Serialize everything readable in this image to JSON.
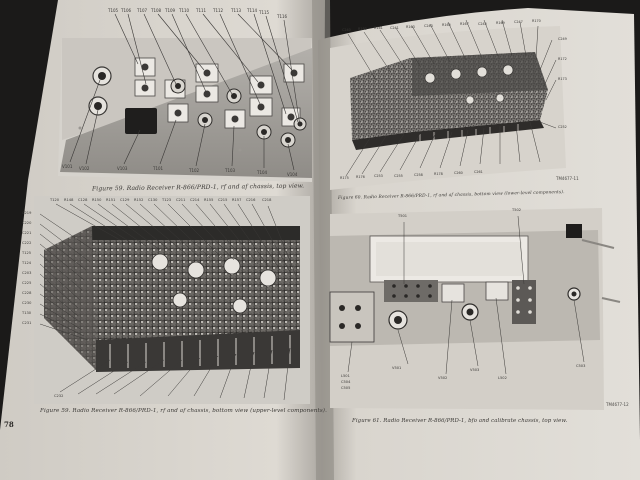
{
  "book": {
    "page_number": "78",
    "left_page": {
      "figure_top_caption": "Figure 59.   Radio Receiver R-866/PRD-1, rf and af chassis, top view.",
      "figure_bottom_caption": "Figure 59.   Radio Receiver R-866/PRD-1, rf and af chassis, bottom view (upper-level components).",
      "top_callouts": [
        "T105",
        "T106",
        "T107",
        "T108",
        "T109",
        "T110",
        "T111",
        "T112",
        "T113",
        "T114",
        "T115",
        "T116",
        "V101",
        "V102",
        "V103",
        "T101",
        "T102",
        "T103",
        "T104",
        "V104"
      ],
      "bottom_callouts": [
        "T120",
        "R148",
        "C128",
        "R150",
        "R151",
        "C129",
        "R152",
        "C130",
        "T123",
        "C211",
        "C214",
        "R155",
        "C215",
        "R157",
        "C216",
        "C218",
        "C219",
        "C220",
        "C221",
        "C222",
        "T125",
        "T124",
        "C203",
        "C225",
        "C228",
        "C230",
        "T130",
        "C231",
        "C232"
      ]
    },
    "right_page": {
      "figure_top_caption": "Figure 60.   Radio Receiver R-866/PRD-1, rf and af chassis, bottom view (lower-level components).",
      "figure_bottom_caption": "Figure 61.   Radio Receiver R-866/PRD-1, bfo and calibrate chassis, top view.",
      "trademark_top": "TM4677-11",
      "trademark_bottom": "TM4677-12",
      "top_callouts": [
        "C240",
        "R160",
        "R161",
        "C241",
        "R163",
        "C243",
        "R165",
        "R167",
        "C245",
        "R169",
        "C247",
        "R170",
        "C249",
        "R172",
        "R173",
        "C252",
        "R175",
        "R176",
        "C253",
        "C255",
        "C258",
        "R178",
        "C260",
        "C261"
      ],
      "bottom_callouts": [
        "T501",
        "T502",
        "V501",
        "V502",
        "L501",
        "V503",
        "C503",
        "L502",
        "C504",
        "C505"
      ]
    }
  }
}
